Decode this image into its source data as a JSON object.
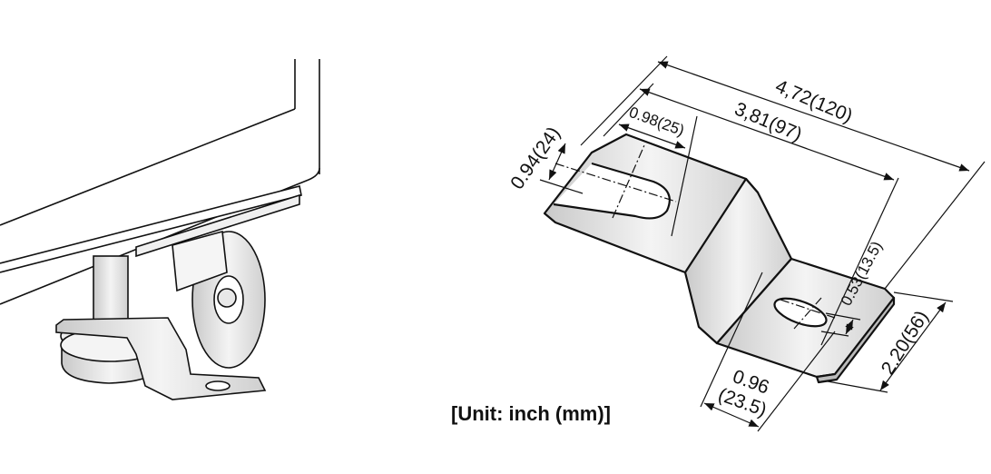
{
  "labels": {
    "overall_length": "4,72(120)",
    "bend_length": "3,81(97)",
    "slot_depth": "0.98(25)",
    "slot_width": "0.94(24)",
    "hole_width": "0.53(13.5)",
    "foot_width": "2.20(56)",
    "hole_offset_inch": "0.96",
    "hole_offset_mm": "(23.5)",
    "unit_note": "[Unit: inch (mm)]"
  },
  "colors": {
    "line": "#111111",
    "metal_light": "#f2f2f2",
    "metal_dark": "#c8c8c8"
  }
}
